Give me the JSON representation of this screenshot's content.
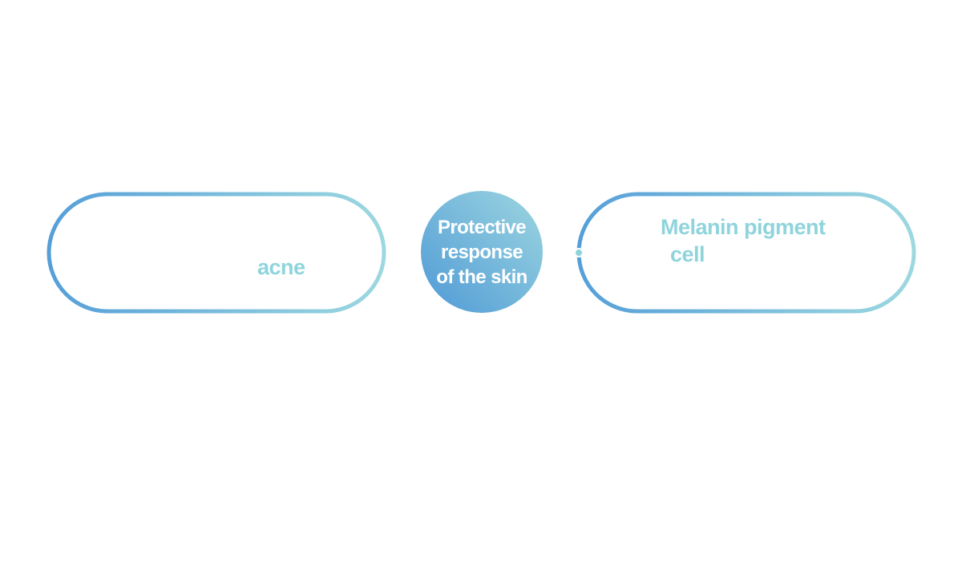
{
  "colors": {
    "gradient_start": "#559fd8",
    "gradient_end": "#9dd8e0",
    "label_text": "#8fd4dc",
    "center_text": "#ffffff",
    "background": "#ffffff"
  },
  "left_capsule": {
    "label": "acne"
  },
  "center_circle": {
    "line1": "Protective",
    "line2": "response",
    "line3": "of the skin"
  },
  "right_capsule": {
    "label_line1": "Melanin pigment",
    "label_line2": "cell"
  }
}
